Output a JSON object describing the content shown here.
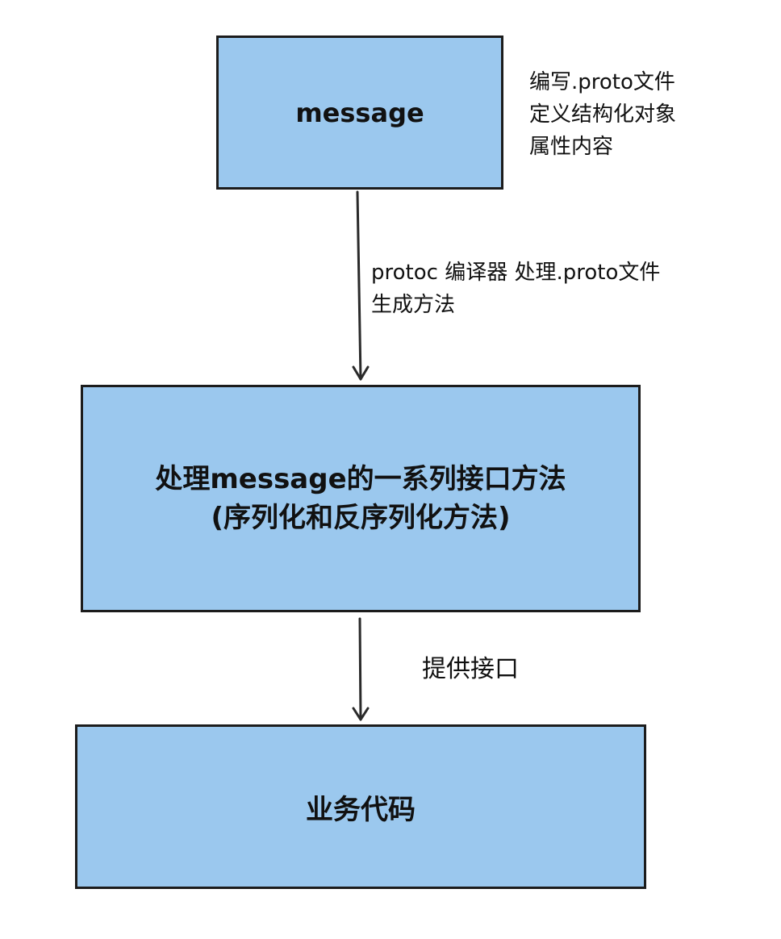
{
  "nodes": {
    "message": {
      "label": "message"
    },
    "methods": {
      "line1": "处理message的一系列接口方法",
      "line2": "(序列化和反序列化方法)"
    },
    "business": {
      "label": "业务代码"
    }
  },
  "notes": {
    "proto_file": {
      "line1": "编写.proto文件",
      "line2": "定义结构化对象",
      "line3": "属性内容"
    },
    "protoc": {
      "line1": "protoc 编译器 处理.proto文件",
      "line2": "生成方法"
    },
    "provide": {
      "label": "提供接口"
    }
  },
  "colors": {
    "box_fill": "#9bc8ee",
    "stroke": "#1c1c1c"
  }
}
